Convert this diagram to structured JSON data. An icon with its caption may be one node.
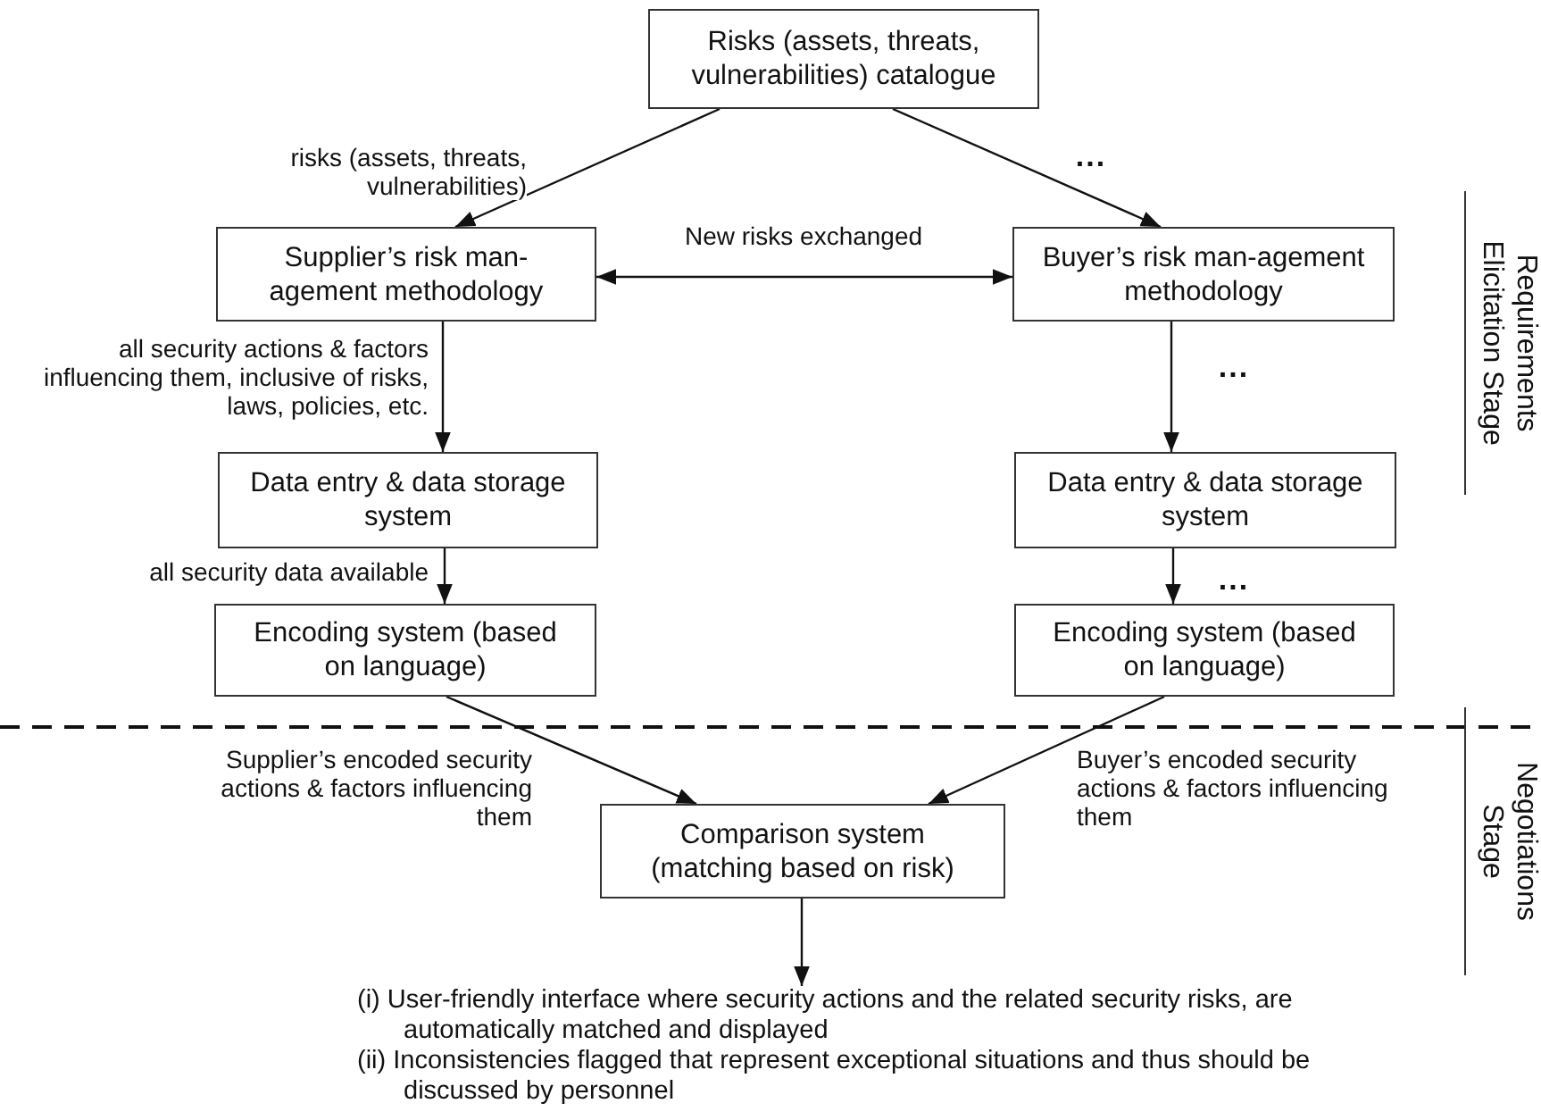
{
  "diagram": {
    "nodes": [
      {
        "text": [
          "Risks (assets, threats, vulnerabilities) catalogue"
        ]
      },
      {
        "text": [
          "Supplier’s risk man-agement methodology"
        ]
      },
      {
        "text": [
          "Buyer’s risk man-agement methodology"
        ]
      },
      {
        "text": [
          "Data entry & data storage system"
        ]
      },
      {
        "text": [
          "Data entry & data storage system"
        ]
      },
      {
        "text": [
          "Encoding system (based on language)"
        ]
      },
      {
        "text": [
          "Encoding system (based on language)"
        ]
      },
      {
        "text": [
          "Comparison system (matching based on risk)"
        ]
      },
      {
        "text": [
          "(i) User-friendly interface where security actions and the related security risks, are automatically matched and displayed",
          "(ii) Inconsistencies flagged that represent exceptional situations and thus should be discussed by personnel"
        ]
      }
    ],
    "edges": [
      {
        "from": 0,
        "to": 1,
        "arrow": "to",
        "label": "risks (assets, threats, vulnerabilities)"
      },
      {
        "from": 0,
        "to": 2,
        "arrow": "to",
        "label": "..."
      },
      {
        "from": 1,
        "to": 2,
        "arrow": "both",
        "label": "New risks exchanged"
      },
      {
        "from": 1,
        "to": 3,
        "arrow": "to",
        "label": "all security actions & factors influencing them, inclusive of risks, laws, policies,  etc."
      },
      {
        "from": 2,
        "to": 4,
        "arrow": "to",
        "label": "..."
      },
      {
        "from": 3,
        "to": 5,
        "arrow": "to",
        "label": "all security data available"
      },
      {
        "from": 4,
        "to": 6,
        "arrow": "to",
        "label": "..."
      },
      {
        "from": 5,
        "to": 7,
        "arrow": "to",
        "label": "Supplier’s encoded security actions & factors influencing them"
      },
      {
        "from": 6,
        "to": 7,
        "arrow": "to",
        "label": "Buyer’s encoded security actions & factors influencing them"
      },
      {
        "from": 7,
        "to": 8,
        "arrow": "to"
      }
    ],
    "labels": [
      "Requirements Elicitation Stage",
      "Negotiations Stage"
    ]
  }
}
